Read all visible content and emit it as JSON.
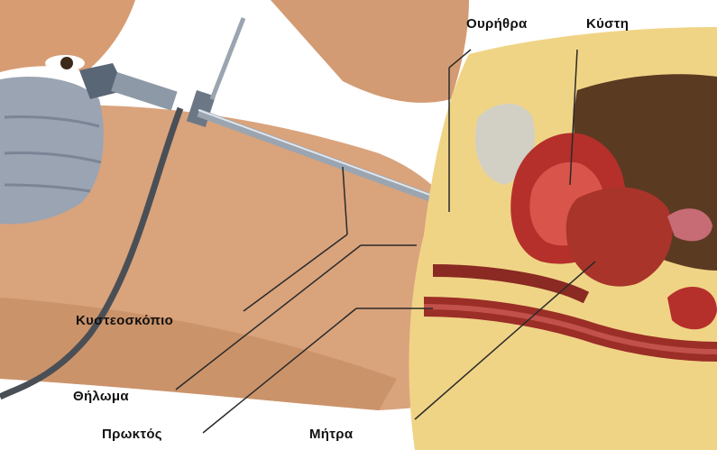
{
  "labels": {
    "urethra": "Ουρήθρα",
    "bladder": "Κύστη",
    "cystoscope": "Κυστεοσκόπιο",
    "vagina": "Θήλωμα",
    "rectum": "Πρωκτός",
    "uterus": "Μήτρα"
  },
  "colors": {
    "skin": "#d9a37c",
    "skin_shadow": "#b87a55",
    "fat": "#f0d486",
    "muscle": "#b5302b",
    "cavity": "#5b3a22",
    "instrument": "#9aa5b1",
    "mask": "#9aa4b3",
    "leader": "#2a2a2a"
  }
}
